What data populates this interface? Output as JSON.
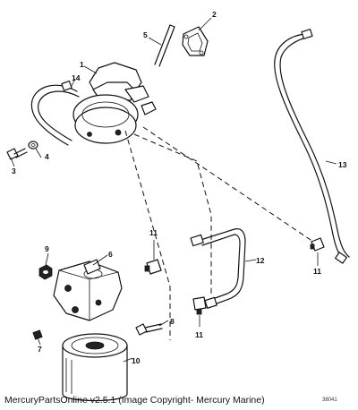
{
  "callouts": {
    "c1": "1",
    "c2": "2",
    "c3": "3",
    "c4": "4",
    "c5": "5",
    "c6": "6",
    "c7": "7",
    "c8": "8",
    "c9": "9",
    "c10": "10",
    "c11a": "11",
    "c11b": "11",
    "c11c": "11",
    "c12": "12",
    "c13": "13",
    "c14": "14"
  },
  "caption": "MercuryPartsOnline v2.5.1 (Image Copyright- Mercury Marine)",
  "figure_number": "38041"
}
